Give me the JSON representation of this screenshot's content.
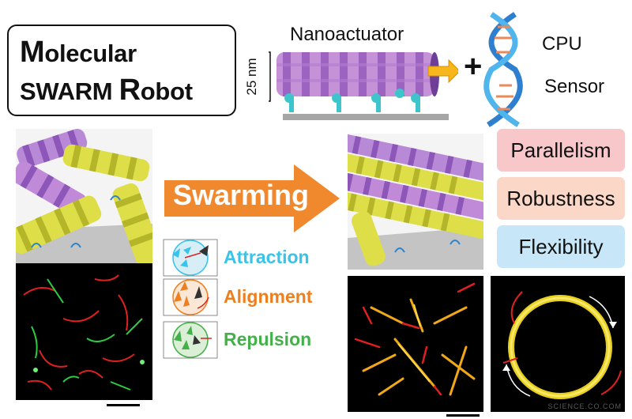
{
  "title": {
    "line1_cap": "M",
    "line1_rest": "olecular",
    "line2_a": "SWARM ",
    "line2_cap": "R",
    "line2_rest": "obot"
  },
  "top": {
    "nanoactuator_label": "Nanoactuator",
    "dimension_label": "25 nm",
    "plus": "+",
    "cpu_label": "CPU",
    "sensor_label": "Sensor"
  },
  "arrow": {
    "label": "Swarming",
    "color": "#f0892e"
  },
  "rules": [
    {
      "label": "Attraction",
      "color": "#37c3ea"
    },
    {
      "label": "Alignment",
      "color": "#ee7f1e"
    },
    {
      "label": "Repulsion",
      "color": "#44b04a"
    }
  ],
  "properties": [
    {
      "label": "Parallelism",
      "color": "#f7c7ca"
    },
    {
      "label": "Robustness",
      "color": "#fad7c7"
    },
    {
      "label": "Flexibility",
      "color": "#c7e6f7"
    }
  ],
  "watermark": "SCIENCE.CO.COM"
}
